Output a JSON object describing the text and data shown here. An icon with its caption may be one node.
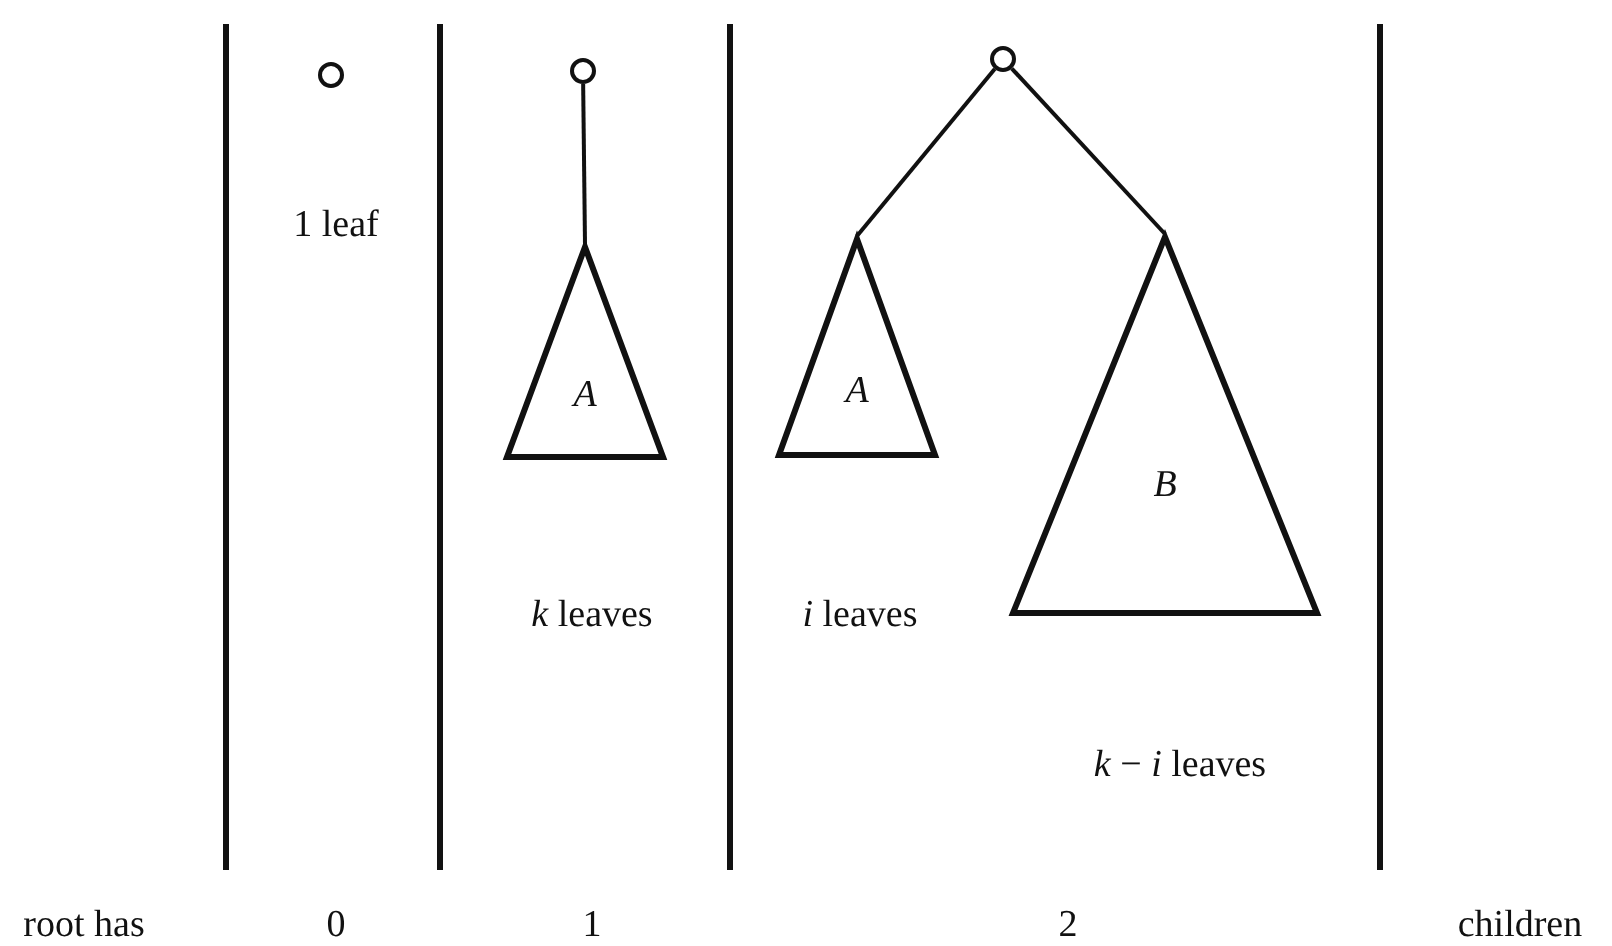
{
  "diagram": {
    "nodes": [
      {
        "text": [],
        "shape": "circle",
        "beside": [
          "1 leaf"
        ]
      },
      {
        "text": [],
        "shape": "circle"
      },
      {
        "text": [
          "A"
        ],
        "beside": [
          "*k* leaves"
        ]
      },
      {
        "text": [],
        "shape": "circle"
      },
      {
        "text": [
          "A"
        ],
        "beside": [
          "*i* leaves"
        ]
      },
      {
        "text": [
          "B"
        ],
        "beside": [
          "*k* − *i* leaves"
        ]
      }
    ],
    "edges": [
      {
        "from": 1,
        "to": 2,
        "arrow": "none"
      },
      {
        "from": 3,
        "to": 4,
        "arrow": "none"
      },
      {
        "from": 3,
        "to": 5,
        "arrow": "none"
      }
    ],
    "labels": [
      "root has",
      "0",
      "1",
      "2",
      "children"
    ]
  }
}
